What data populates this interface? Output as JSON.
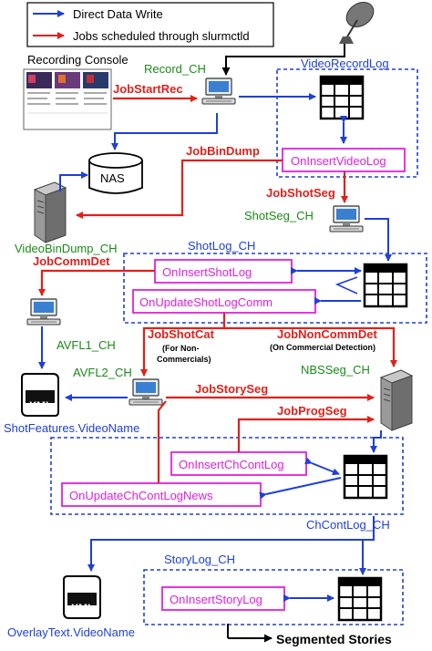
{
  "legend": {
    "direct_write": "Direct Data Write",
    "slurm_jobs": "Jobs scheduled through slurmctld"
  },
  "colors": {
    "blue": "#1f3fd8",
    "red": "#e0201a",
    "magenta": "#e020e0",
    "green": "#1a8a1a",
    "black": "#000000"
  },
  "nodes": {
    "recording_console": "Recording Console",
    "record_ch": "Record_CH",
    "nas": "NAS",
    "video_bin_dump_ch": "VideoBinDump_CH",
    "shot_seg_ch": "ShotSeg_CH",
    "avfl1_ch": "AVFL1_CH",
    "avfl2_ch": "AVFL2_CH",
    "nbsseg_ch": "NBSSeg_CH",
    "shot_features": "ShotFeatures.VideoName",
    "overlay_text": "OverlayText.VideoName",
    "xml": "XML"
  },
  "tables": {
    "video_record_log": "VideoRecordLog",
    "shot_log": "ShotLog_CH",
    "ch_cont_log": "ChContLog_CH",
    "story_log": "StoryLog_CH"
  },
  "triggers": {
    "on_insert_video_log": "OnInsertVideoLog",
    "on_insert_shot_log": "OnInsertShotLog",
    "on_update_shot_log_comm": "OnUpdateShotLogComm",
    "on_insert_ch_cont_log": "OnInsertChContLog",
    "on_update_ch_cont_log_news": "OnUpdateChContLogNews",
    "on_insert_story_log": "OnInsertStoryLog"
  },
  "jobs": {
    "job_start_rec": "JobStartRec",
    "job_bin_dump": "JobBinDump",
    "job_shot_seg": "JobShotSeg",
    "job_comm_det": "JobCommDet",
    "job_shot_cat": "JobShotCat",
    "job_shot_cat_note_1": "(For Non-",
    "job_shot_cat_note_2": "Commercials)",
    "job_non_comm_det": "JobNonCommDet",
    "job_non_comm_det_note": "(On Commercial Detection)",
    "job_story_seg": "JobStorySeg",
    "job_prog_seg": "JobProgSeg"
  },
  "output": {
    "segmented_stories": "Segmented Stories"
  }
}
